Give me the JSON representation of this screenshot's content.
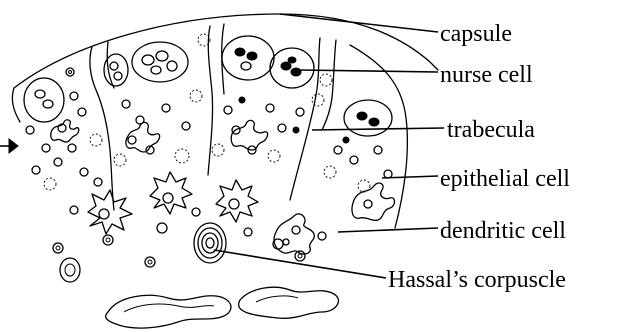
{
  "diagram": {
    "labels": {
      "capsule": "capsule",
      "nurse_cell": "nurse cell",
      "trabecula": "trabecula",
      "epithelial_cell": "epithelial cell",
      "dendritic_cell": "dendritic cell",
      "hassals_corpuscle": "Hassal’s corpuscle"
    }
  }
}
